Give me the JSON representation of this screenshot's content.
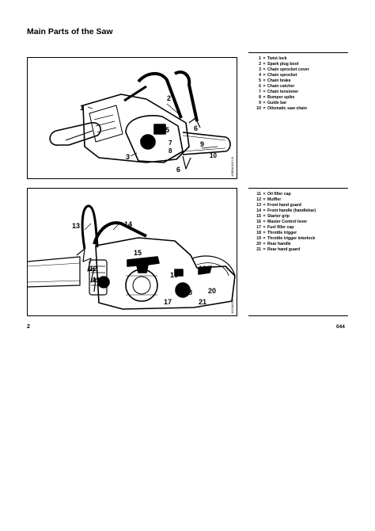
{
  "page": {
    "title": "Main Parts of the Saw",
    "page_number": "2",
    "code": "044"
  },
  "figure1": {
    "code": "10BBA018 LÄ",
    "callouts": [
      "1",
      "2",
      "3",
      "4",
      "5",
      "6",
      "6",
      "7",
      "8",
      "9",
      "10"
    ]
  },
  "figure2": {
    "code": "1120A020",
    "callouts": [
      "11",
      "12",
      "13",
      "14",
      "15",
      "16",
      "17",
      "18",
      "19",
      "20",
      "21"
    ]
  },
  "legend1": [
    {
      "num": "1",
      "eq": "=",
      "text": "Twist lock"
    },
    {
      "num": "2",
      "eq": "=",
      "text": "Spark plug boot"
    },
    {
      "num": "3",
      "eq": "=",
      "text": "Chain sprocket cover"
    },
    {
      "num": "4",
      "eq": "=",
      "text": "Chain sprocket"
    },
    {
      "num": "5",
      "eq": "=",
      "text": "Chain brake"
    },
    {
      "num": "6",
      "eq": "=",
      "text": "Chain catcher"
    },
    {
      "num": "7",
      "eq": "=",
      "text": "Chain tensioner"
    },
    {
      "num": "8",
      "eq": "=",
      "text": "Bumper spike"
    },
    {
      "num": "9",
      "eq": "=",
      "text": "Guide bar"
    },
    {
      "num": "10",
      "eq": "=",
      "text": "Oilomatic saw chain"
    }
  ],
  "legend2": [
    {
      "num": "11",
      "eq": "=",
      "text": "Oil filler cap"
    },
    {
      "num": "12",
      "eq": "=",
      "text": "Muffler"
    },
    {
      "num": "13",
      "eq": "=",
      "text": "Front hand guard"
    },
    {
      "num": "14",
      "eq": "=",
      "text": "Front handle (handlebar)"
    },
    {
      "num": "15",
      "eq": "=",
      "text": "Starter grip"
    },
    {
      "num": "16",
      "eq": "=",
      "text": "Master Control lever"
    },
    {
      "num": "17",
      "eq": "=",
      "text": "Fuel filler cap"
    },
    {
      "num": "18",
      "eq": "=",
      "text": "Throttle trigger"
    },
    {
      "num": "19",
      "eq": "=",
      "text": "Throttle trigger interlock"
    },
    {
      "num": "20",
      "eq": "=",
      "text": "Rear handle"
    },
    {
      "num": "21",
      "eq": "=",
      "text": "Rear hand guard"
    }
  ]
}
